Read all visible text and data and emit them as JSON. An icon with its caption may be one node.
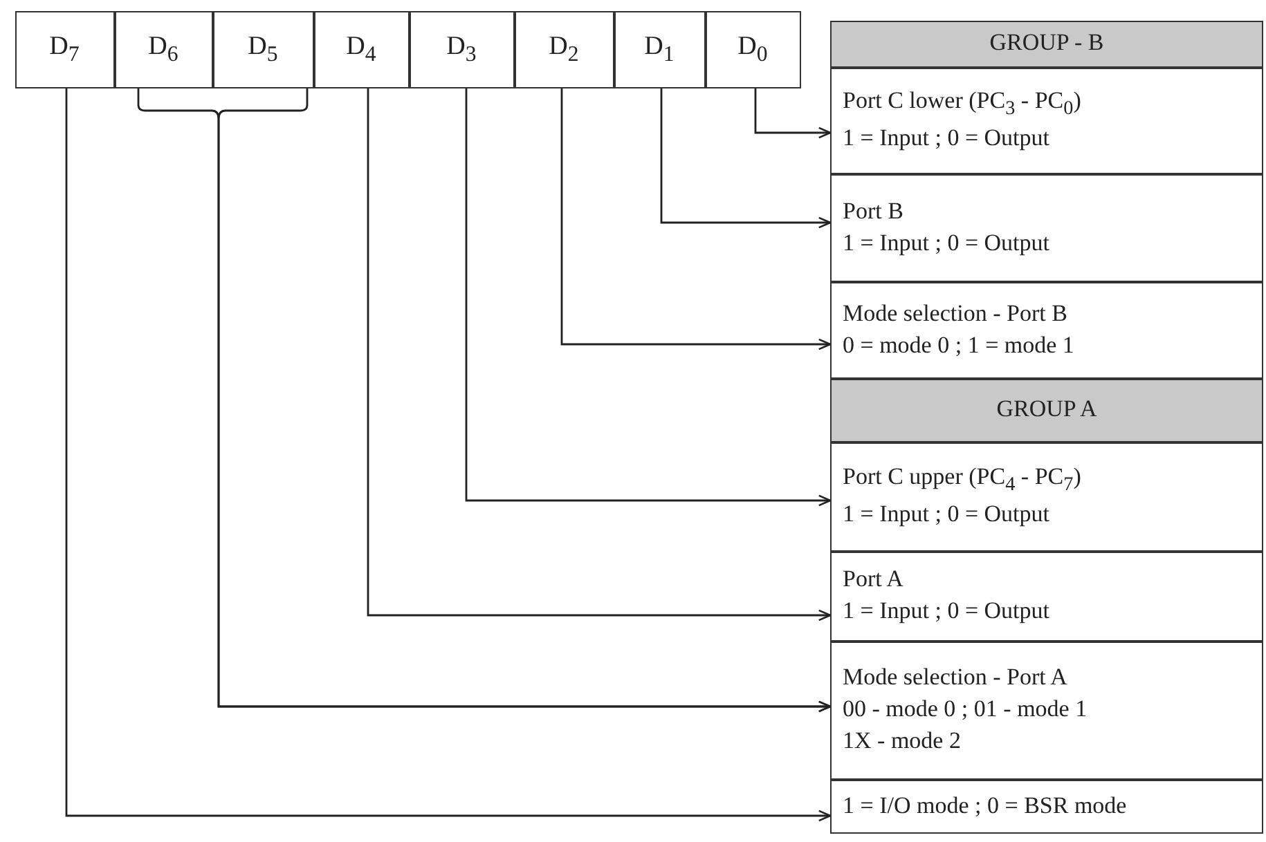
{
  "diagram": {
    "nodes": [
      {
        "text": [
          "D$_{7}$"
        ]
      },
      {
        "text": [
          "D$_{6}$"
        ]
      },
      {
        "text": [
          "D$_{5}$"
        ]
      },
      {
        "text": [
          "D$_{4}$"
        ]
      },
      {
        "text": [
          "D$_{3}$"
        ]
      },
      {
        "text": [
          "D$_{2}$"
        ]
      },
      {
        "text": [
          "D$_{1}$"
        ]
      },
      {
        "text": [
          "D$_{0}$"
        ]
      },
      {
        "text": [
          "GROUP - B"
        ]
      },
      {
        "text": [
          "Port C lower (PC$_{3}$ - PC$_{0}$)",
          "1 = Input ; 0 = Output"
        ]
      },
      {
        "text": [
          "Port B",
          "1 = Input ; 0 = Output"
        ]
      },
      {
        "text": [
          "Mode selection - Port B",
          "0 = mode 0 ; 1 = mode 1"
        ]
      },
      {
        "text": [
          "GROUP A"
        ]
      },
      {
        "text": [
          "Port C upper (PC$_{4}$ - PC$_{7}$)",
          "1 = Input ; 0 = Output"
        ]
      },
      {
        "text": [
          "Port A",
          "1 = Input ; 0 = Output"
        ]
      },
      {
        "text": [
          "Mode selection - Port A",
          "00 - mode 0 ; 01 - mode 1",
          "1X - mode 2"
        ]
      },
      {
        "text": [
          "1 = I/O mode ; 0 = BSR mode"
        ]
      }
    ],
    "edges": [
      {
        "from": 7,
        "to": 9,
        "arrow": "to"
      },
      {
        "from": 6,
        "to": 10,
        "arrow": "to"
      },
      {
        "from": 5,
        "to": 11,
        "arrow": "to"
      },
      {
        "from": 4,
        "to": 13,
        "arrow": "to"
      },
      {
        "from": 3,
        "to": 14,
        "arrow": "to"
      },
      {
        "from": 1,
        "to": 15,
        "arrow": "to"
      },
      {
        "from": 2,
        "to": 15,
        "arrow": "to"
      },
      {
        "from": 0,
        "to": 16,
        "arrow": "to"
      }
    ]
  }
}
